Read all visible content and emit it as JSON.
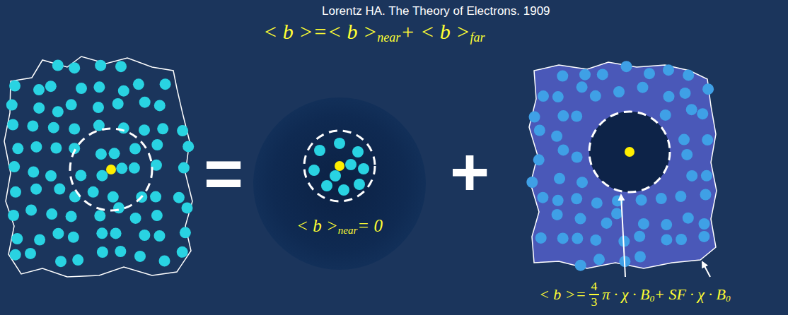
{
  "diagram": {
    "nodes": [
      {
        "text": [
          "< b >",
          "near",
          "= 0"
        ]
      }
    ],
    "labels": [
      "Lorentz HA. The Theory of Electrons. 1909",
      "< b >=< b >",
      "near",
      "+ < b >",
      "far",
      "=",
      "+",
      "< b >=",
      "4",
      "3",
      "π · χ · B",
      "0",
      "+ SF · χ · B",
      "0"
    ]
  }
}
